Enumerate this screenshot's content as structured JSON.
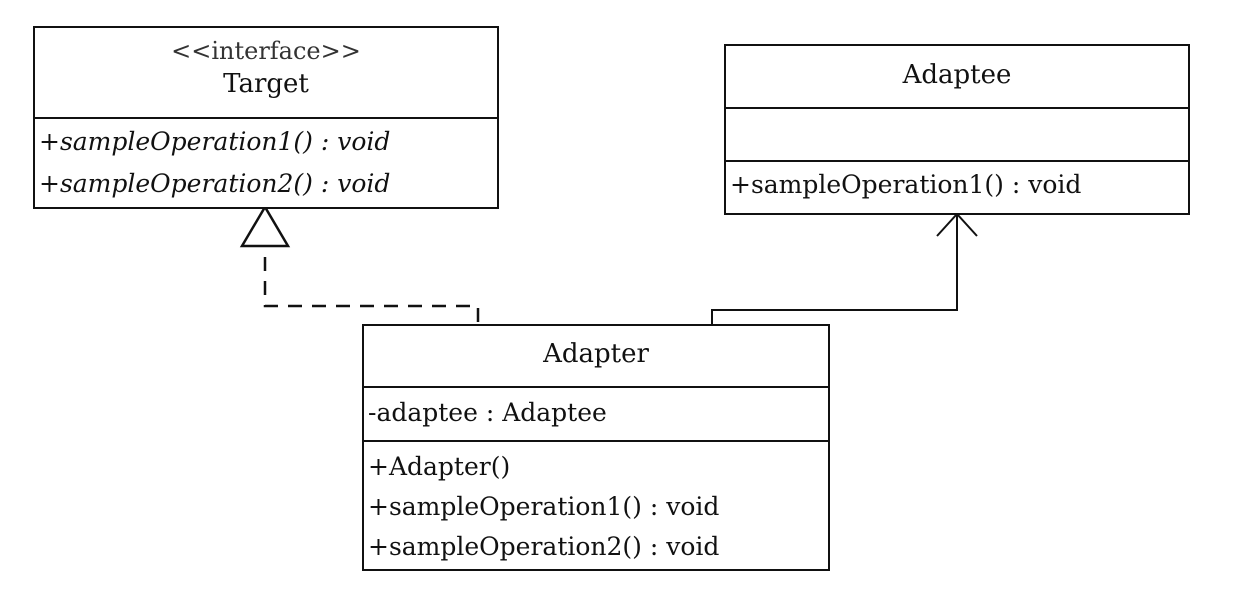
{
  "diagram": {
    "target": {
      "stereotype": "<<interface>>",
      "name": "Target",
      "operations": [
        "+sampleOperation1() : void",
        "+sampleOperation2() : void"
      ]
    },
    "adaptee": {
      "name": "Adaptee",
      "operations": [
        "+sampleOperation1() : void"
      ]
    },
    "adapter": {
      "name": "Adapter",
      "attributes": [
        "-adaptee : Adaptee"
      ],
      "operations": [
        "+Adapter()",
        "+sampleOperation1() : void",
        "+sampleOperation2() : void"
      ]
    }
  }
}
